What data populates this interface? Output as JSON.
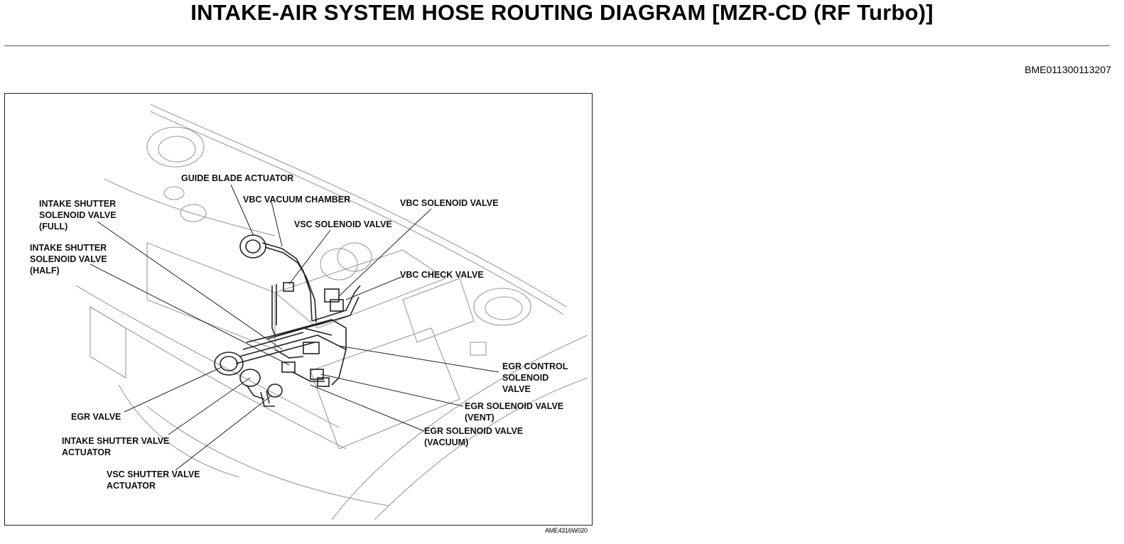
{
  "page": {
    "title": "INTAKE-AIR SYSTEM HOSE ROUTING DIAGRAM [MZR-CD (RF Turbo)]",
    "document_id": "BME011300113207",
    "figure_code": "AME4316W020"
  },
  "figure": {
    "labels": {
      "guide_blade_actuator": [
        "GUIDE BLADE ACTUATOR"
      ],
      "vbc_vacuum_chamber": [
        "VBC VACUUM CHAMBER"
      ],
      "vbc_solenoid_valve": [
        "VBC SOLENOID VALVE"
      ],
      "vsc_solenoid_valve": [
        "VSC SOLENOID VALVE"
      ],
      "intake_shutter_solenoid_full": [
        "INTAKE SHUTTER",
        "SOLENOID VALVE",
        "(FULL)"
      ],
      "intake_shutter_solenoid_half": [
        "INTAKE SHUTTER",
        "SOLENOID VALVE",
        "(HALF)"
      ],
      "vbc_check_valve": [
        "VBC CHECK VALVE"
      ],
      "egr_control_solenoid": [
        "EGR CONTROL",
        "SOLENOID",
        "VALVE"
      ],
      "egr_solenoid_vent": [
        "EGR SOLENOID VALVE",
        "(VENT)"
      ],
      "egr_solenoid_vacuum": [
        "EGR SOLENOID VALVE",
        "(VACUUM)"
      ],
      "egr_valve": [
        "EGR VALVE"
      ],
      "intake_shutter_valve_actuator": [
        "INTAKE SHUTTER VALVE",
        "ACTUATOR"
      ],
      "vsc_shutter_valve_actuator": [
        "VSC SHUTTER VALVE",
        "ACTUATOR"
      ]
    }
  }
}
